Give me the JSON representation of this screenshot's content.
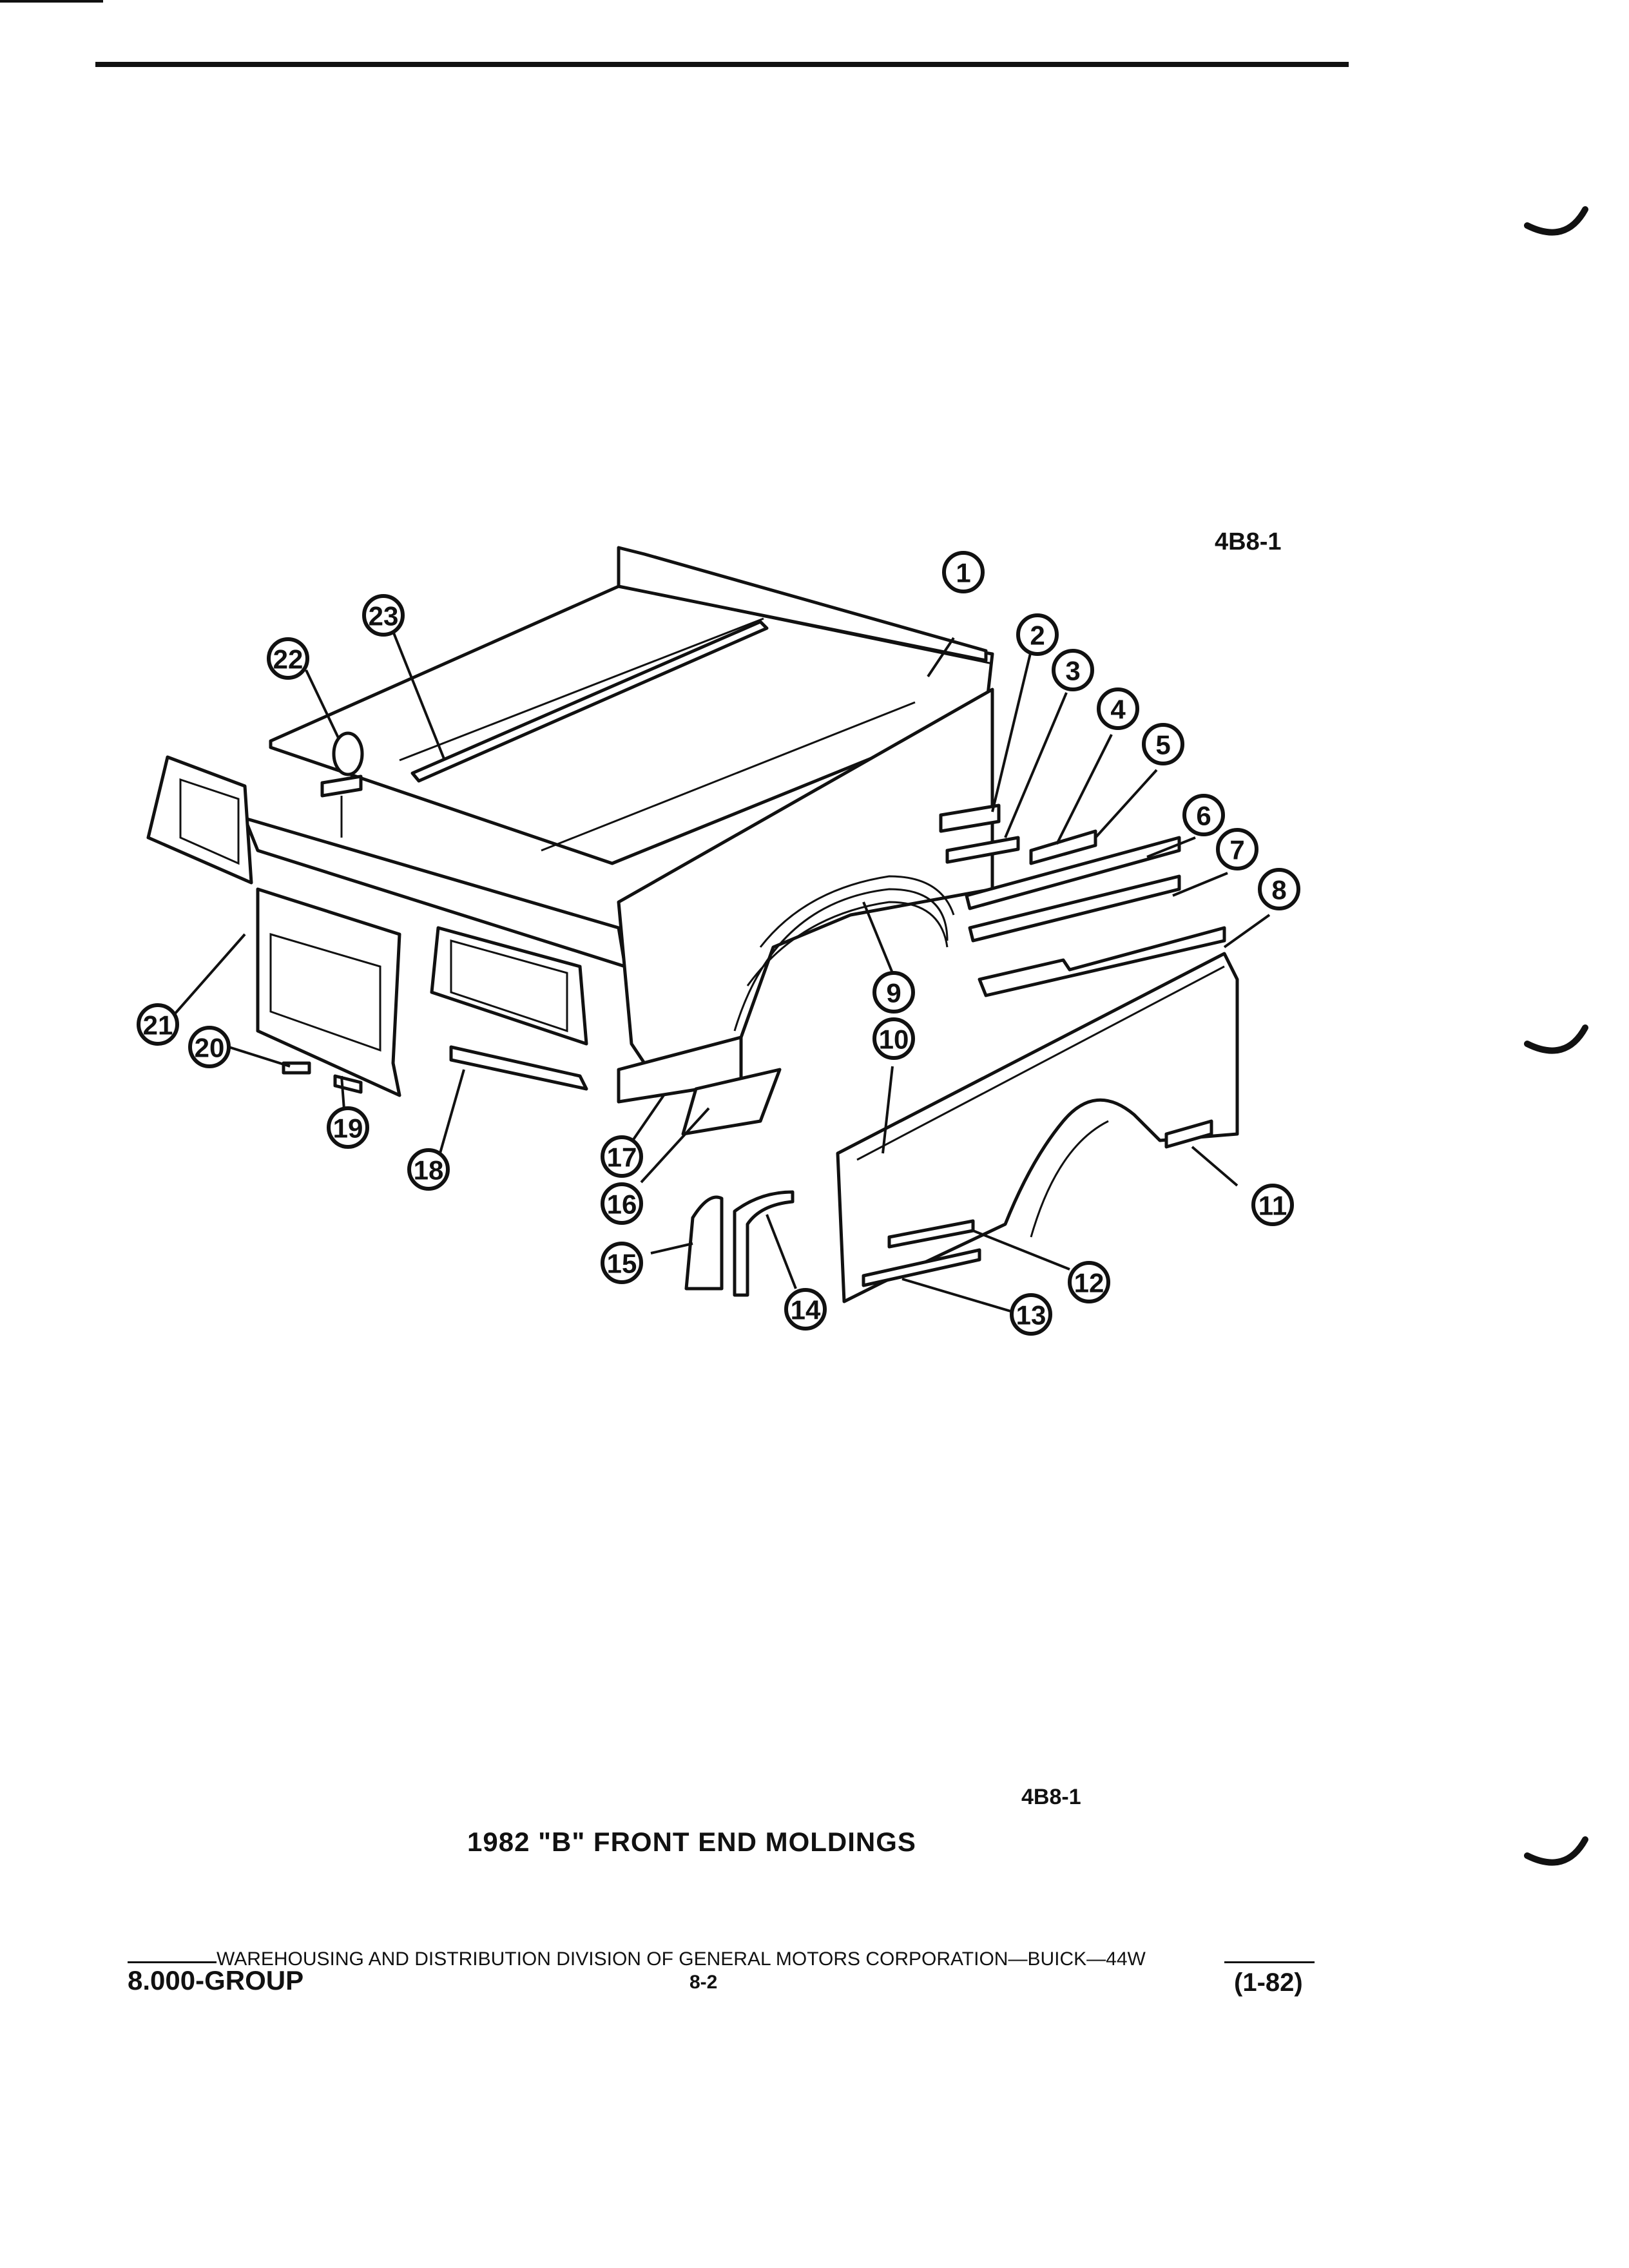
{
  "header": {
    "figure_code_top": "4B8-1"
  },
  "diagram": {
    "callouts": [
      "1",
      "2",
      "3",
      "4",
      "5",
      "6",
      "7",
      "8",
      "9",
      "10",
      "11",
      "12",
      "13",
      "14",
      "15",
      "16",
      "17",
      "18",
      "19",
      "20",
      "21",
      "22",
      "23"
    ]
  },
  "caption": {
    "figure_code": "4B8-1",
    "title": "1982 \"B\" FRONT END MOLDINGS"
  },
  "footer": {
    "line": "WAREHOUSING AND DISTRIBUTION  DIVISION OF GENERAL MOTORS CORPORATION—BUICK—44W",
    "group": "8.000-GROUP",
    "page": "8-2",
    "date": "(1-82)"
  }
}
